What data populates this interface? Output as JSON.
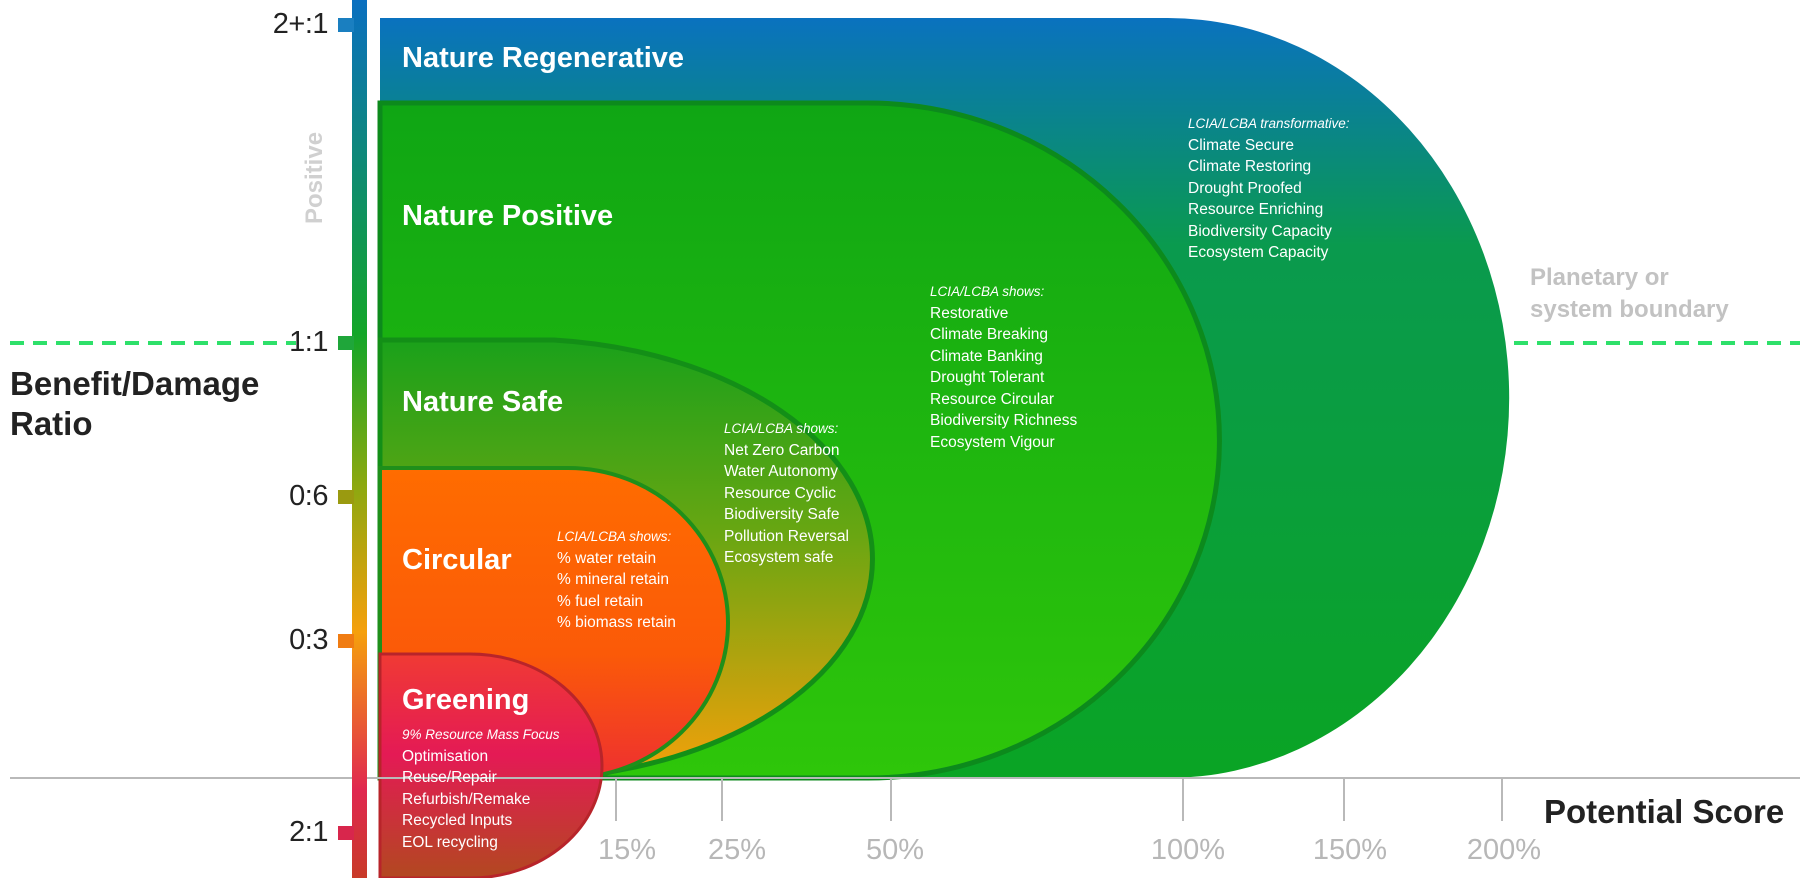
{
  "axis": {
    "y_title": [
      "Benefit/Damage",
      "Ratio"
    ],
    "y_ticks": [
      {
        "label": "2+:1",
        "color": "#1a7fc0"
      },
      {
        "label": "1:1",
        "color": "#1fa63a"
      },
      {
        "label": "0:6",
        "color": "#9a9a10"
      },
      {
        "label": "0:3",
        "color": "#f07c12"
      },
      {
        "label": "2:1",
        "color": "#d8264c"
      }
    ],
    "positive_label": "Positive",
    "x_title": "Potential Score",
    "x_ticks": [
      "15%",
      "25%",
      "50%",
      "100%",
      "150%",
      "200%"
    ]
  },
  "boundary": {
    "label": [
      "Planetary or",
      "system boundary"
    ],
    "color": "#2ee06a"
  },
  "zones": [
    {
      "key": "regenerative",
      "title": "Nature Regenerative",
      "heading": "LCIA/LCBA transformative:",
      "items": [
        "Climate Secure",
        "Climate Restoring",
        "Drought Proofed",
        "Resource Enriching",
        "Biodiversity Capacity",
        "Ecosystem Capacity"
      ],
      "colors": [
        "#0a72bf",
        "#0aa424"
      ]
    },
    {
      "key": "positive",
      "title": "Nature Positive",
      "heading": "LCIA/LCBA shows:",
      "items": [
        "Restorative",
        "Climate Breaking",
        "Climate Banking",
        "Drought Tolerant",
        "Resource Circular",
        "Biodiversity Richness",
        "Ecosystem Vigour"
      ],
      "colors": [
        "#11ab12",
        "#28c70a"
      ]
    },
    {
      "key": "safe",
      "title": "Nature Safe",
      "heading": "LCIA/LCBA shows:",
      "items": [
        "Net Zero Carbon",
        "Water Autonomy",
        "Resource Cyclic",
        "Biodiversity Safe",
        "Pollution Reversal",
        "Ecosystem safe"
      ],
      "colors": [
        "#1da41a",
        "#f0a00a"
      ]
    },
    {
      "key": "circular",
      "title": "Circular",
      "heading": "LCIA/LCBA shows:",
      "items": [
        "% water retain",
        "% mineral retain",
        "% fuel retain",
        "% biomass retain"
      ],
      "colors": [
        "#ff6a00",
        "#f03a2a"
      ]
    },
    {
      "key": "greening",
      "title": "Greening",
      "heading": "9% Resource Mass Focus",
      "items": [
        "Optimisation",
        "Reuse/Repair",
        "Refurbish/Remake",
        "Recycled Inputs",
        "EOL recycling"
      ],
      "colors": [
        "#e8303a",
        "#b83a26"
      ]
    }
  ],
  "colors": {
    "axis_line": "#b9b9b9",
    "bar_top": "#0a6fc0",
    "bar_mid": "#13a628",
    "bar_low": "#f5a00c",
    "bar_bottom": "#d21e4a"
  }
}
